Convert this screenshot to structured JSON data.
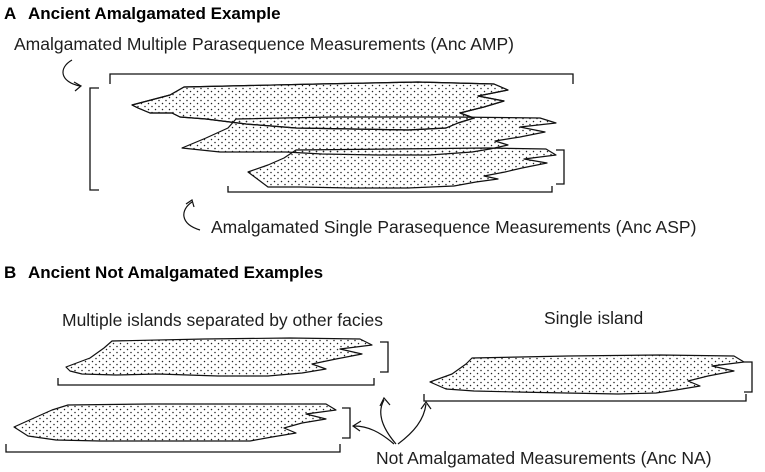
{
  "panel_a": {
    "letter": "A",
    "title": "Ancient Amalgamated Example",
    "label_amp": "Amalgamated Multiple Parasequence Measurements (Anc AMP)",
    "label_asp": "Amalgamated Single Parasequence Measurements (Anc ASP)"
  },
  "panel_b": {
    "letter": "B",
    "title": "Ancient Not Amalgamated Examples",
    "label_multiple": "Multiple islands separated by other facies",
    "label_single": "Single island",
    "label_na": "Not Amalgamated Measurements (Anc NA)"
  }
}
